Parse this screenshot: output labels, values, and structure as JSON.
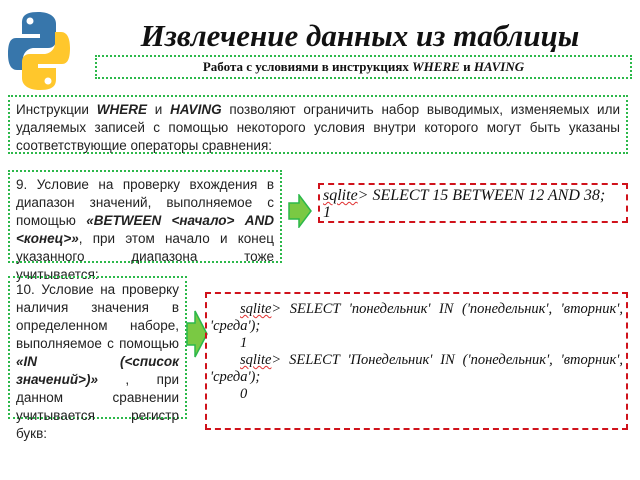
{
  "logo": {
    "name": "python-logo",
    "colors": {
      "blue": "#3776ab",
      "yellow": "#ffd43b"
    }
  },
  "title": "Извлечение данных из таблицы",
  "subtitle": {
    "pre": "Работа с условиями в инструкциях ",
    "w1": "WHERE",
    "mid": " и ",
    "w2": "HAVING"
  },
  "intro": {
    "t1": "Инструкции ",
    "k1": "WHERE",
    "t2": " и ",
    "k2": "HAVING",
    "t3": " позволяют ограничить набор выводимых, изменяемых или удаляемых записей с помощью некоторого условия внутри которого могут быть указаны соответствующие операторы сравнения:"
  },
  "item9": {
    "t1": "9. Условие на проверку вхождения в диапазон значений, выполняемое с помощью ",
    "k1": "«BETWEEN <начало> AND <конец>»",
    "t2": ", при этом начало и конец указанного диапазона тоже учитывается:"
  },
  "code9": {
    "prompt": "sqlite",
    "query": "> SELECT 15 BETWEEN 12 AND 38;",
    "result": "1"
  },
  "item10": {
    "t1": "10. Условие на проверку наличия значения в определенном наборе, выполняемое с помощью ",
    "k1": "«IN (<список значений>)»",
    "t2": " , при данном сравнении учитывается регистр букв:"
  },
  "code10": {
    "prompt": "sqlite",
    "q1a": "> SELECT 'понедельник' IN ('понедельник', 'вторник',",
    "q1b": "'среда');",
    "r1": "1",
    "q2a": "> SELECT 'Понедельник' IN ('понедельник', 'вторник',",
    "q2b": "'среда');",
    "r2": "0"
  },
  "colors": {
    "green_border": "#2cb84a",
    "red_border": "#d0121b",
    "arrow": "#7ac943"
  }
}
